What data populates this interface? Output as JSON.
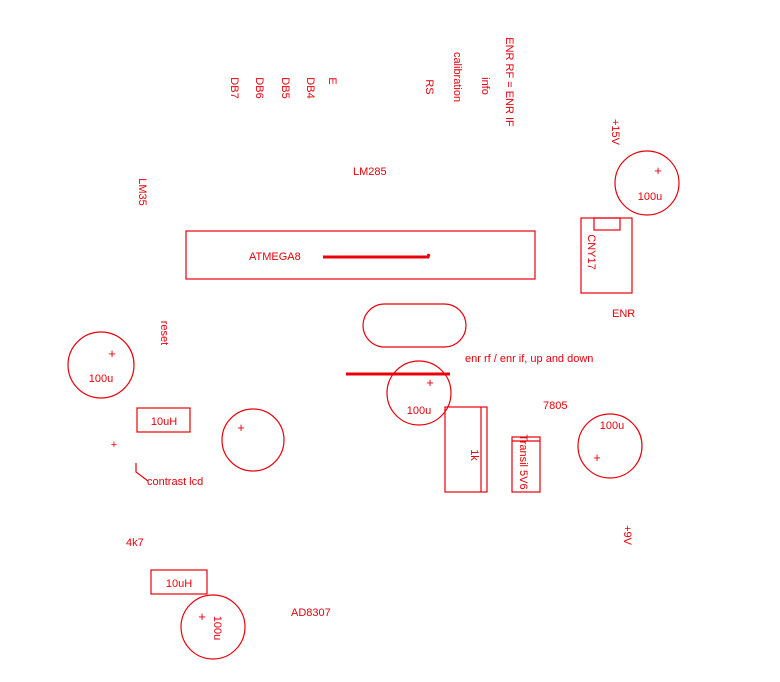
{
  "theme": {
    "ink": "#e8000b",
    "background": "#ffffff"
  },
  "labels": {
    "db7": "DB7",
    "db6": "DB6",
    "db5": "DB5",
    "db4": "DB4",
    "e": "E",
    "rs": "RS",
    "calibration": "calibration",
    "info": "info",
    "enr_equation": "ENR RF = ENR IF",
    "plus15v": "+15V",
    "lm285": "LM285",
    "lm35": "LM35",
    "atmega8": "ATMEGA8",
    "cny17": "CNY17",
    "enr": "ENR",
    "reset": "reset",
    "enr_rf_if": "enr rf / enr if, up and down",
    "ic7805": "7805",
    "plus9v": "+9V",
    "k1": "1k",
    "transil": "Transil 5V6",
    "contrast": "contrast lcd",
    "r4k7": "4k7",
    "ad8307": "AD8307",
    "cap_top_right": "100u",
    "cap_left": "100u",
    "cap_center": "100u",
    "cap_right": "100u",
    "cap_bottom": "100u",
    "inductor_upper": "10uH",
    "inductor_lower": "10uH",
    "plus": "+"
  }
}
